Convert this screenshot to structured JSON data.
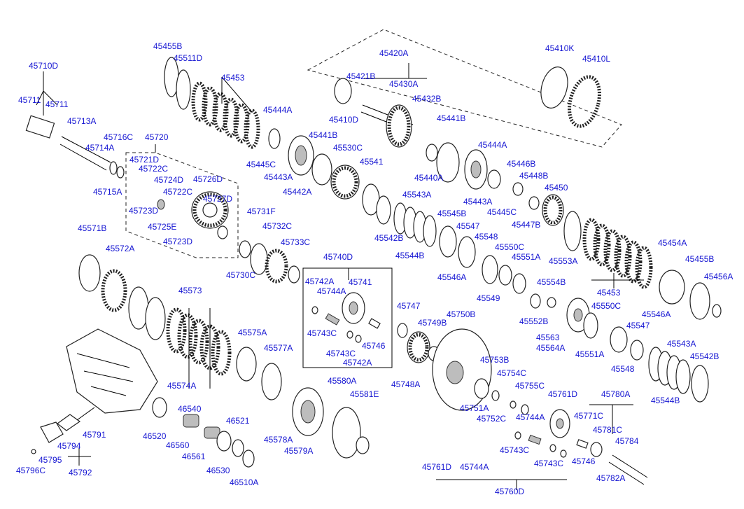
{
  "diagram": {
    "part_labels": [
      "45710D",
      "45711",
      "45711",
      "45713A",
      "45714A",
      "45716C",
      "45715A",
      "45720",
      "45721D",
      "45722C",
      "45724D",
      "45726D",
      "45722C",
      "45727D",
      "45723D",
      "45725E",
      "45723D",
      "45455B",
      "45511D",
      "45453",
      "45444A",
      "45445C",
      "45443A",
      "45442A",
      "45441B",
      "45530C",
      "45420A",
      "45421B",
      "45430A",
      "45432B",
      "45410D",
      "45410K",
      "45410L",
      "45441B",
      "45444A",
      "45440A",
      "45446B",
      "45448B",
      "45443A",
      "45445C",
      "45447B",
      "45450",
      "45541",
      "45543A",
      "45545B",
      "45542B",
      "45547",
      "45544B",
      "45548",
      "45550C",
      "45546A",
      "45551A",
      "45549",
      "45553A",
      "45554B",
      "45552B",
      "45454A",
      "45453",
      "45455B",
      "45456A",
      "45550C",
      "45546A",
      "45547",
      "45563",
      "45564A",
      "45551A",
      "45548",
      "45543A",
      "45542B",
      "45544B",
      "45571B",
      "45572A",
      "45573",
      "45574A",
      "45575A",
      "45577A",
      "45578A",
      "45579A",
      "45580A",
      "45581E",
      "45731F",
      "45732C",
      "45733C",
      "45730C",
      "45740D",
      "45742A",
      "45744A",
      "45741",
      "45743C",
      "45746",
      "45743C",
      "45742A",
      "45747",
      "45749B",
      "45750B",
      "45748A",
      "45753B",
      "45754C",
      "45755C",
      "45751A",
      "45752C",
      "45761D",
      "45780A",
      "45771C",
      "45781C",
      "45784",
      "45744A",
      "45743C",
      "45743C",
      "45746",
      "45761D",
      "45744A",
      "45760D",
      "45782A",
      "46540",
      "46520",
      "46560",
      "46521",
      "46561",
      "46530",
      "46510A",
      "45791",
      "45794",
      "45795",
      "45796C",
      "45792"
    ]
  }
}
